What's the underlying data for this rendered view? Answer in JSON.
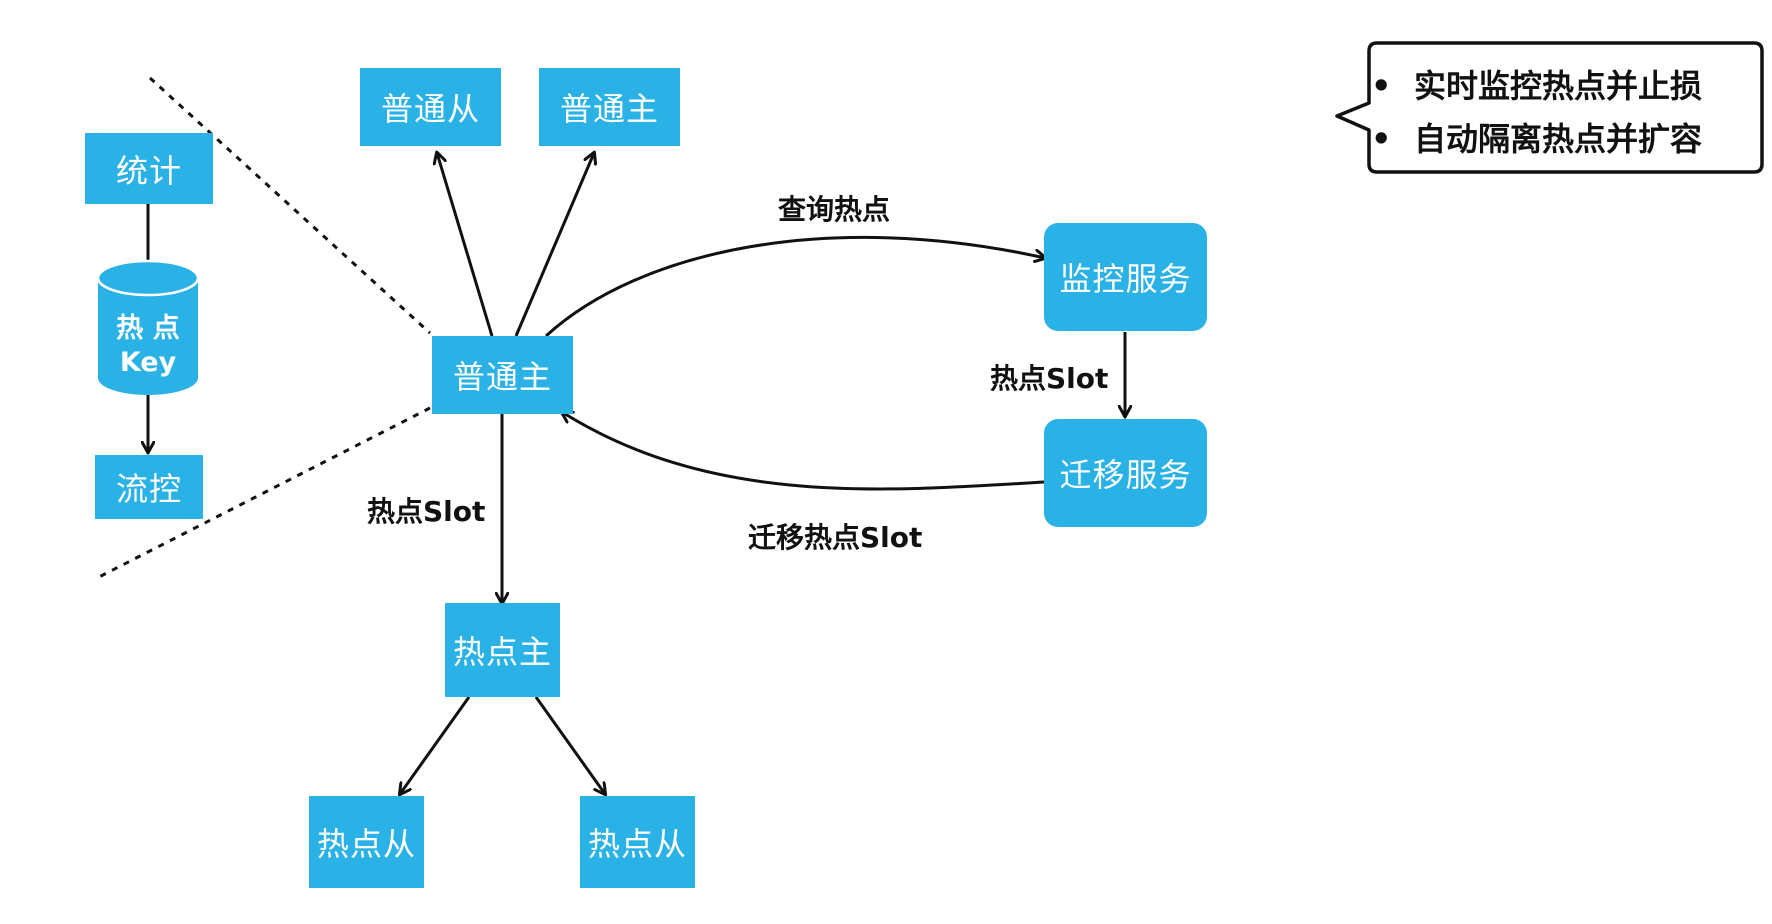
{
  "nodes": {
    "stat": "统计",
    "hotkey_line1": "热  点",
    "hotkey_line2": "Key",
    "flow_control": "流控",
    "normal_slave": "普通从",
    "normal_master_top": "普通主",
    "normal_master": "普通主",
    "monitor_service": "监控服务",
    "migrate_service": "迁移服务",
    "hot_master": "热点主",
    "hot_slave_left": "热点从",
    "hot_slave_right": "热点从"
  },
  "edge_labels": {
    "query_hot": "查询热点",
    "hot_slot_right": "热点Slot",
    "migrate_hot_slot": "迁移热点Slot",
    "hot_slot_down": "热点Slot"
  },
  "callout": {
    "items": [
      "实时监控热点并止损",
      "自动隔离热点并扩容"
    ]
  },
  "colors": {
    "node_fill": "#2ab2e6",
    "node_text": "#ffffff",
    "line": "#111111"
  }
}
